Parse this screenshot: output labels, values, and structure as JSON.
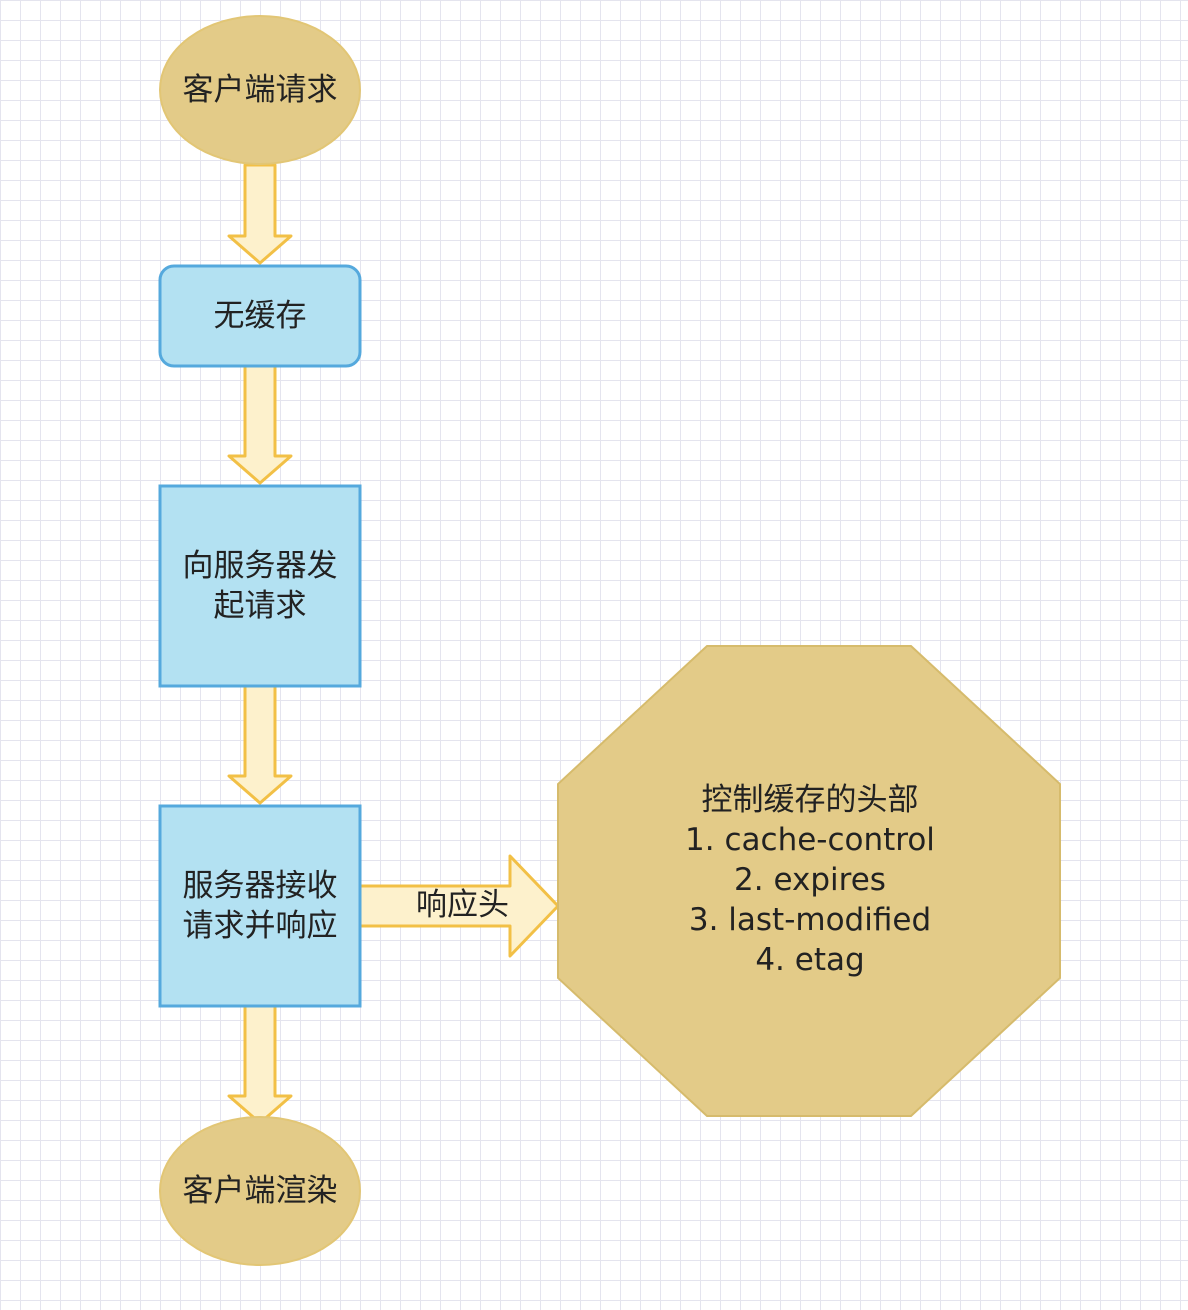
{
  "nodes": {
    "start": {
      "label": "客户端请求"
    },
    "no_cache": {
      "label": "无缓存"
    },
    "send_request": {
      "label": "向服务器发\n起请求"
    },
    "server_response": {
      "label": "服务器接收\n请求并响应"
    },
    "end": {
      "label": "客户端渲染"
    },
    "cache_headers": {
      "title": "控制缓存的头部",
      "items": [
        "1. cache-control",
        "2. expires",
        "3. last-modified",
        "4. etag"
      ]
    }
  },
  "edges": {
    "response_header": {
      "label": "响应头"
    }
  },
  "colors": {
    "ellipse_fill": "#e3cb88",
    "ellipse_stroke": "#e2c675",
    "box_fill": "#b3e1f2",
    "box_stroke": "#55a9dd",
    "arrow_fill": "#fdf1cc",
    "arrow_stroke": "#f2c046",
    "octagon_fill": "#e3cb88",
    "octagon_stroke": "#d6bb6c"
  }
}
